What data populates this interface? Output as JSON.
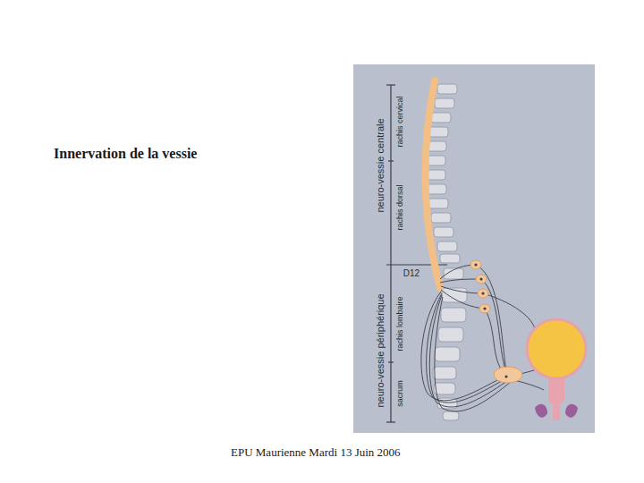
{
  "diagram": {
    "title": "Innervation de la vessie",
    "caption": "EPU Maurienne Mardi 13 Juin 2006",
    "labels": [
      "neuro-vessie centrale",
      "rachis cervical",
      "rachis dorsal",
      "D12",
      "neuro-vessie périphérique",
      "rachis lombaire",
      "sacrum"
    ]
  }
}
